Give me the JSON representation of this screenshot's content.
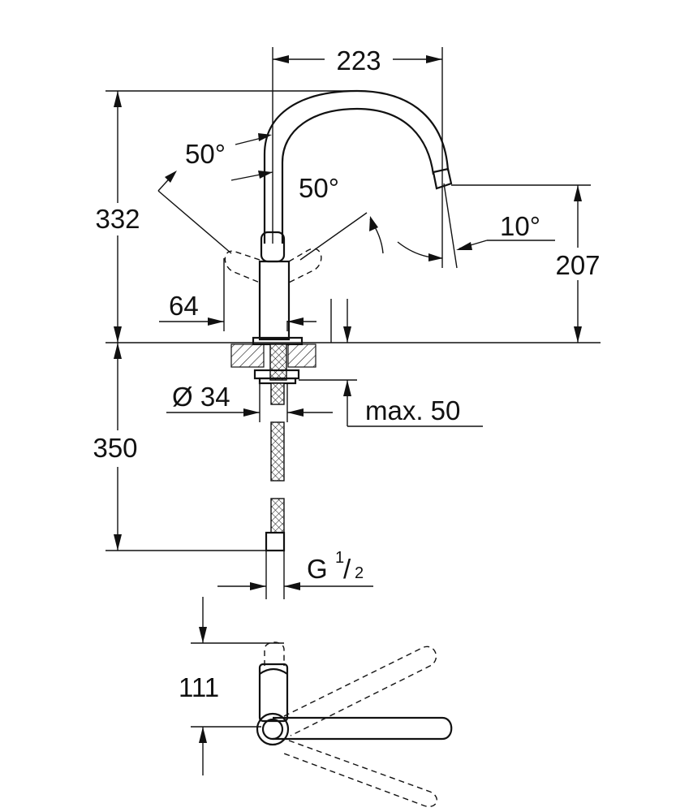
{
  "dimensions": {
    "width_223": "223",
    "height_332": "332",
    "angle_50_left": "50°",
    "angle_50_right": "50°",
    "angle_10": "10°",
    "height_207": "207",
    "handle_64": "64",
    "diameter_34": "Ø 34",
    "max_50": "max. 50",
    "hose_350": "350",
    "thread_g": "G",
    "thread_num": "1",
    "thread_slash": "/",
    "thread_den": "2",
    "top_111": "111"
  },
  "colors": {
    "line": "#111111",
    "background": "#ffffff"
  }
}
